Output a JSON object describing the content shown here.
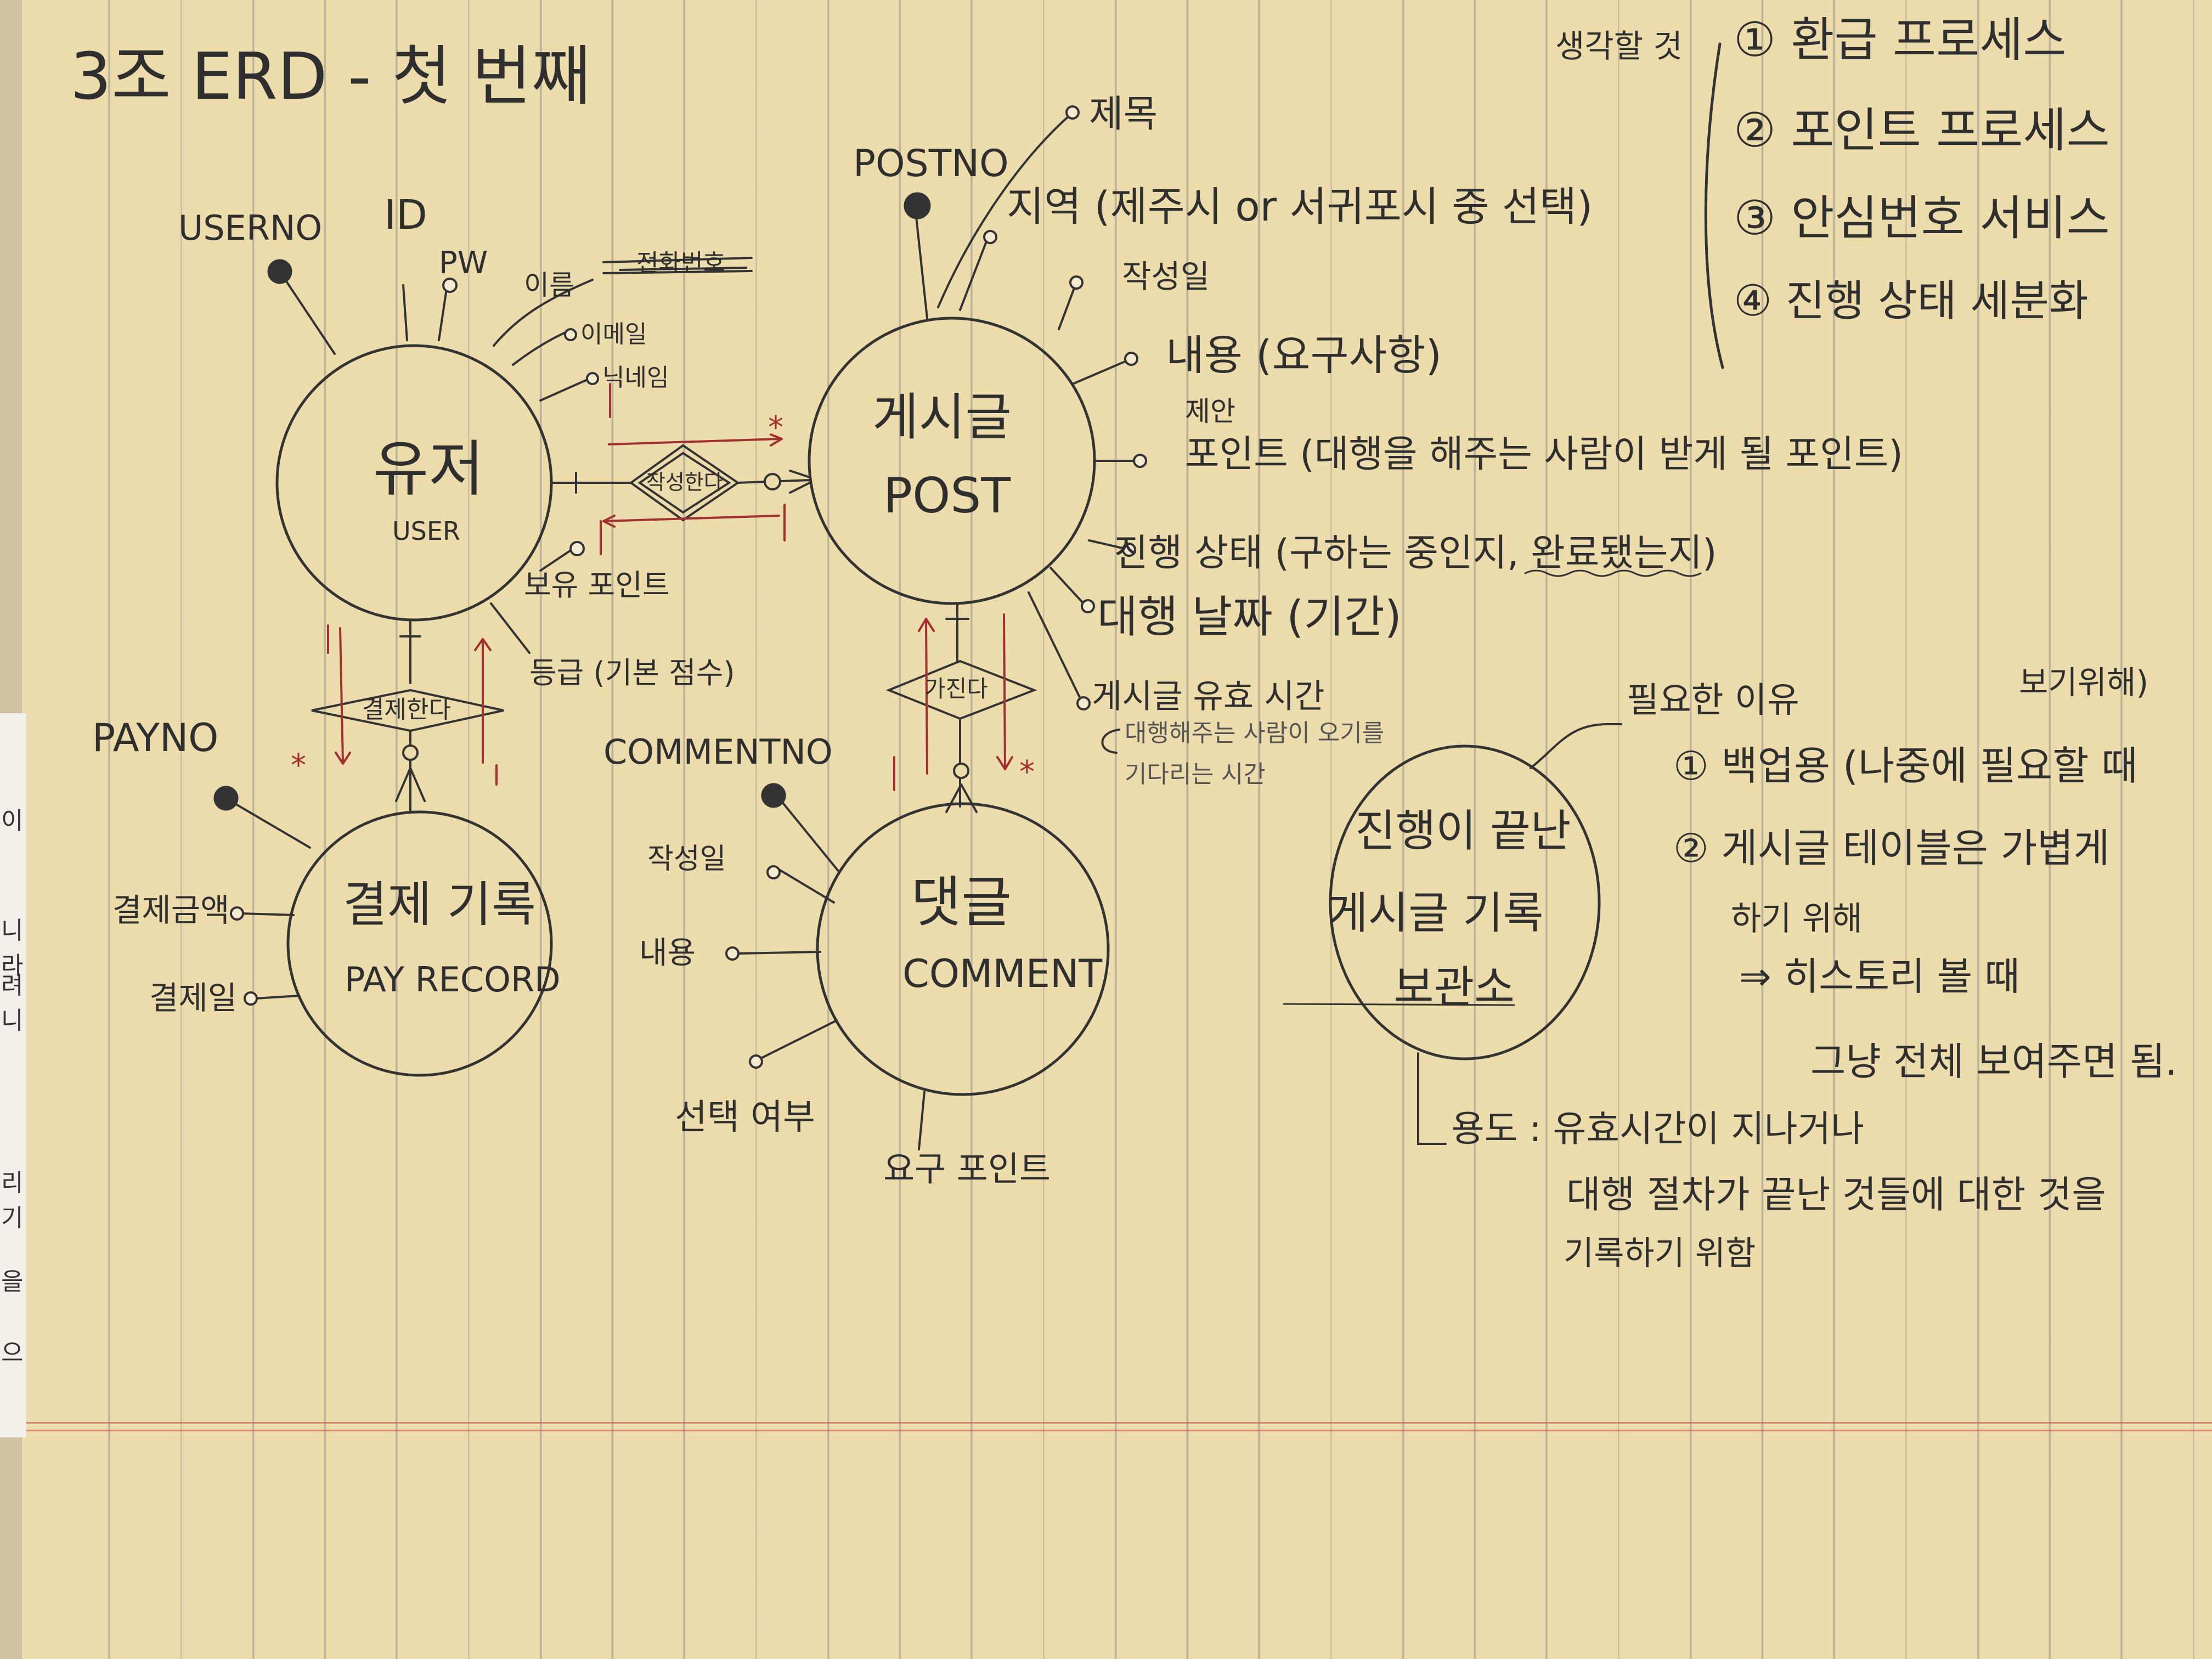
{
  "title": "3조 ERD - 첫 번째",
  "entities": {
    "user": {
      "name": "유저",
      "sub": "USER",
      "key": "USERNO",
      "attributes": [
        "ID",
        "PW",
        "이름",
        "이메일",
        "닉네임",
        "보유 포인트",
        "등급 (기본 점수)"
      ],
      "struck": "전화번호"
    },
    "post": {
      "name": "게시글",
      "sub": "POST",
      "key": "POSTNO",
      "attributes": [
        "제목",
        "지역 (제주시 or 서귀포시 중 선택)",
        "작성일",
        "내용 (요구사항)",
        "제안",
        "포인트 (대행을 해주는 사람이 받게 될 포인트)",
        "진행 상태 (구하는 중인지, 완료됐는지)",
        "대행 날짜 (기간)",
        "게시글 유효 시간",
        "대행해주는 사람이 오기를",
        "기다리는 시간"
      ]
    },
    "payrecord": {
      "name": "결제 기록",
      "sub": "PAY RECORD",
      "key": "PAYNO",
      "attributes": [
        "결제금액",
        "결제일"
      ]
    },
    "comment": {
      "name": "댓글",
      "sub": "COMMENT",
      "key": "COMMENTNO",
      "attributes": [
        "작성일",
        "내용",
        "선택 여부",
        "요구 포인트"
      ]
    },
    "archive": {
      "lines": [
        "진행이 끝난",
        "게시글 기록",
        "보관소"
      ]
    }
  },
  "relations": {
    "user_post": "작성한다",
    "user_pay": "결제한다",
    "post_comment": "가진다"
  },
  "cardinality": {
    "many": "*"
  },
  "side_notes": {
    "heading": "생각할 것",
    "items": [
      "① 환급 프로세스",
      "② 포인트 프로세스",
      "③ 안심번호 서비스",
      "④ 진행 상태 세분화"
    ]
  },
  "archive_notes": {
    "heading": "필요한 이유",
    "heading_end": "보기위해)",
    "reasons": [
      "① 백업용 (나중에 필요할 때",
      "② 게시글 테이블은 가볍게",
      "하기 위해",
      "⇒ 히스토리 볼 때",
      "그냥 전체 보여주면 됨."
    ],
    "usage": [
      "용도 : 유효시간이 지나거나",
      "대행 절차가 끝난 것들에 대한 것을",
      "기록하기 위함"
    ]
  },
  "left_scrap": [
    "이",
    "니라",
    "려니",
    "리기",
    "을",
    "으"
  ]
}
